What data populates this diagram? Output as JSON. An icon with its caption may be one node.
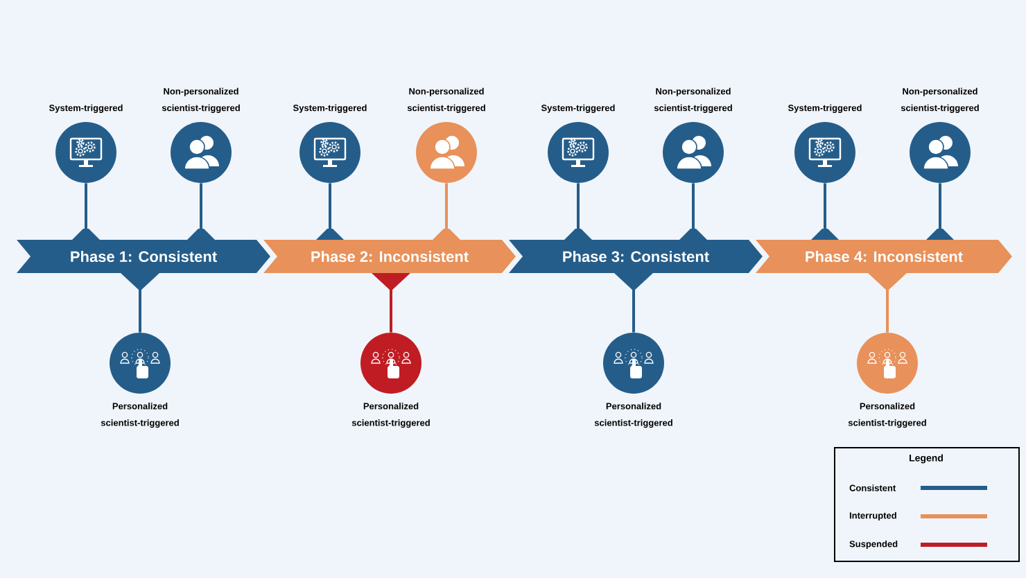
{
  "diagram": {
    "nodes": [
      {
        "text": [
          "Phase 1: Consistent"
        ]
      },
      {
        "text": [
          "System-triggered"
        ]
      },
      {
        "text": [
          "Non-personalized scientist-triggered"
        ]
      },
      {
        "text": [
          "Personalized scientist-triggered"
        ]
      },
      {
        "text": [
          "Phase 2: Inconsistent"
        ]
      },
      {
        "text": [
          "System-triggered"
        ]
      },
      {
        "text": [
          "Non-personalized scientist-triggered"
        ]
      },
      {
        "text": [
          "Personalized scientist-triggered"
        ]
      },
      {
        "text": [
          "Phase 3: Consistent"
        ]
      },
      {
        "text": [
          "System-triggered"
        ]
      },
      {
        "text": [
          "Non-personalized scientist-triggered"
        ]
      },
      {
        "text": [
          "Personalized scientist-triggered"
        ]
      },
      {
        "text": [
          "Phase 4: Inconsistent"
        ]
      },
      {
        "text": [
          "System-triggered"
        ]
      },
      {
        "text": [
          "Non-personalized scientist-triggered"
        ]
      },
      {
        "text": [
          "Personalized scientist-triggered"
        ]
      }
    ],
    "edges": [
      {
        "from": 1,
        "to": 0,
        "arrow": "other"
      },
      {
        "from": 2,
        "to": 0,
        "arrow": "other"
      },
      {
        "from": 0,
        "to": 3,
        "arrow": "to"
      },
      {
        "from": 5,
        "to": 4,
        "arrow": "other"
      },
      {
        "from": 6,
        "to": 4,
        "arrow": "other",
        "color": "#e8915a"
      },
      {
        "from": 4,
        "to": 7,
        "arrow": "to",
        "color": "#c01c24"
      },
      {
        "from": 9,
        "to": 8,
        "arrow": "other"
      },
      {
        "from": 10,
        "to": 8,
        "arrow": "other"
      },
      {
        "from": 8,
        "to": 11,
        "arrow": "to"
      },
      {
        "from": 13,
        "to": 12,
        "arrow": "other"
      },
      {
        "from": 14,
        "to": 12,
        "arrow": "other"
      },
      {
        "from": 12,
        "to": 15,
        "arrow": "to",
        "color": "#e8915a"
      }
    ],
    "labels": [
      "Legend"
    ],
    "legend": [
      {
        "text": "Consistent",
        "color": "#255d8a"
      },
      {
        "text": "Interrupted",
        "color": "#e8915a"
      },
      {
        "text": "Suspended",
        "color": "#c01c24"
      }
    ]
  }
}
